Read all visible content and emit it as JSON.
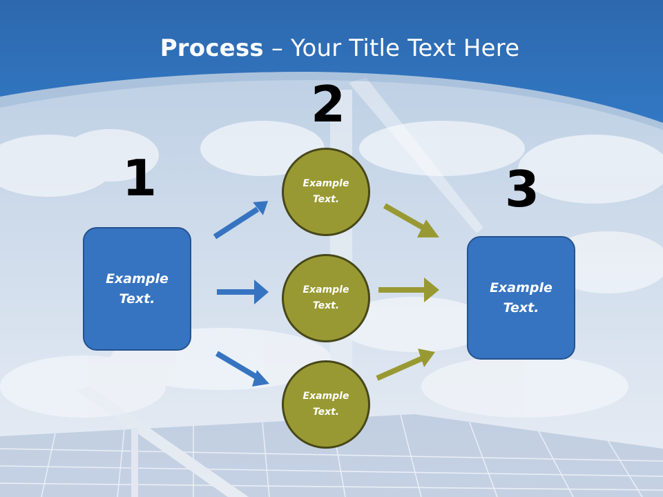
{
  "slide": {
    "title_bold": "Process",
    "title_rest": " – Your Title Text Here"
  },
  "steps": {
    "step1": {
      "number": "1",
      "text": "Example\nText."
    },
    "step2": {
      "number": "2",
      "items": [
        {
          "text": "Example\nText."
        },
        {
          "text": "Example\nText."
        },
        {
          "text": "Example\nText."
        }
      ]
    },
    "step3": {
      "number": "3",
      "text": "Example\nText."
    }
  },
  "colors": {
    "header_blue": "#2e6db4",
    "box_blue": "#3674c1",
    "circle_olive": "#999933",
    "arrow_blue": "#3674c1",
    "arrow_olive": "#999933"
  }
}
